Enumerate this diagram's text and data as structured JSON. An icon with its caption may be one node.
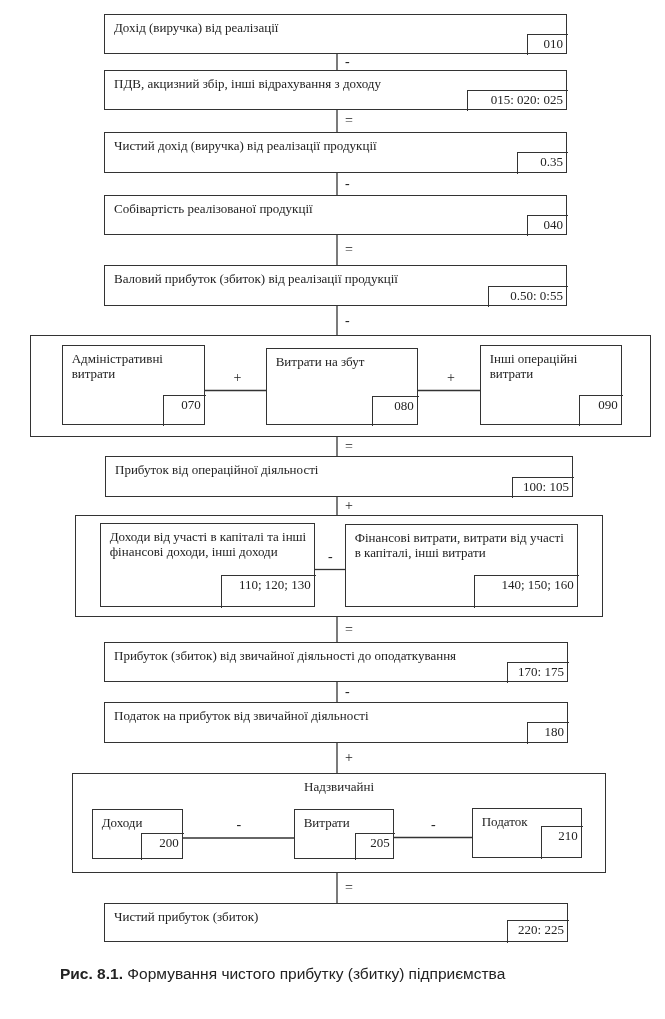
{
  "diagram": {
    "caption": "**Рис. 8.1.** Формування чистого прибутку (збитку) підприємства",
    "nodes": [
      {
        "text": [
          "Дохід (виручка) від реалізації"
        ]
      },
      {
        "text": [
          "010"
        ],
        "in": 0
      },
      {
        "text": [
          "ПДВ, акцизний збір, інші відрахування з доходу"
        ]
      },
      {
        "text": [
          "015: 020: 025"
        ],
        "in": 2
      },
      {
        "text": [
          "Чистий дохід (виручка) від реалізації продукції"
        ]
      },
      {
        "text": [
          "0.35"
        ],
        "in": 4
      },
      {
        "text": [
          "Собівартість реалізованої продукції"
        ]
      },
      {
        "text": [
          "040"
        ],
        "in": 6
      },
      {
        "text": [
          "Валовий прибуток (збиток) від реалізації продукції"
        ]
      },
      {
        "text": [
          "0.50: 0:55"
        ],
        "in": 8
      },
      {
        "text": [],
        "shape": "box"
      },
      {
        "text": [
          "Адміністративні витрати"
        ],
        "in": 10
      },
      {
        "text": [
          "070"
        ],
        "in": 11
      },
      {
        "text": [
          "Витрати на збут"
        ],
        "in": 10
      },
      {
        "text": [
          "080"
        ],
        "in": 13
      },
      {
        "text": [
          "Інші операційні витрати"
        ],
        "in": 10
      },
      {
        "text": [
          "090"
        ],
        "in": 15
      },
      {
        "text": [
          "Прибуток від операційної діяльності"
        ]
      },
      {
        "text": [
          "100: 105"
        ],
        "in": 17
      },
      {
        "text": [],
        "shape": "box"
      },
      {
        "text": [
          "Доходи від участі в капіталі та інші фінансові доходи, інші доходи"
        ],
        "in": 19
      },
      {
        "text": [
          "110; 120; 130"
        ],
        "in": 20
      },
      {
        "text": [
          "Фінансові витрати, витрати від участі в капіталі, інші витрати"
        ],
        "in": 19
      },
      {
        "text": [
          "140; 150; 160"
        ],
        "in": 22
      },
      {
        "text": [
          "Прибуток (збиток) від звичайної діяльності до оподаткування"
        ]
      },
      {
        "text": [
          "170: 175"
        ],
        "in": 24
      },
      {
        "text": [
          "Податок на прибуток від звичайної діяльності"
        ]
      },
      {
        "text": [
          "180"
        ],
        "in": 26
      },
      {
        "text": [
          "Надзвичайні"
        ]
      },
      {
        "text": [
          "Доходи"
        ],
        "in": 28
      },
      {
        "text": [
          "200"
        ],
        "in": 29
      },
      {
        "text": [
          "Витрати"
        ],
        "in": 28
      },
      {
        "text": [
          "205"
        ],
        "in": 31
      },
      {
        "text": [
          "Податок"
        ],
        "in": 28
      },
      {
        "text": [
          "210"
        ],
        "in": 33
      },
      {
        "text": [
          "Чистий прибуток (збиток)"
        ]
      },
      {
        "text": [
          "220: 225"
        ],
        "in": 35
      }
    ],
    "edges": [
      {
        "from": 0,
        "to": 2,
        "arrow": "none",
        "label": "-"
      },
      {
        "from": 2,
        "to": 4,
        "arrow": "none",
        "label": "="
      },
      {
        "from": 4,
        "to": 6,
        "arrow": "none",
        "label": "-"
      },
      {
        "from": 6,
        "to": 8,
        "arrow": "none",
        "label": "="
      },
      {
        "from": 8,
        "to": 10,
        "arrow": "none",
        "label": "-"
      },
      {
        "from": 11,
        "to": 13,
        "arrow": "none",
        "label": "+"
      },
      {
        "from": 13,
        "to": 15,
        "arrow": "none",
        "label": "+"
      },
      {
        "from": 10,
        "to": 17,
        "arrow": "none",
        "label": "="
      },
      {
        "from": 17,
        "to": 19,
        "arrow": "none",
        "label": "+"
      },
      {
        "from": 20,
        "to": 22,
        "arrow": "none",
        "label": "-"
      },
      {
        "from": 19,
        "to": 24,
        "arrow": "none",
        "label": "="
      },
      {
        "from": 24,
        "to": 26,
        "arrow": "none",
        "label": "-"
      },
      {
        "from": 26,
        "to": 28,
        "arrow": "none",
        "label": "+"
      },
      {
        "from": 29,
        "to": 31,
        "arrow": "none",
        "label": "-"
      },
      {
        "from": 31,
        "to": 33,
        "arrow": "none",
        "label": "-"
      },
      {
        "from": 28,
        "to": 35,
        "arrow": "none",
        "label": "="
      }
    ]
  }
}
